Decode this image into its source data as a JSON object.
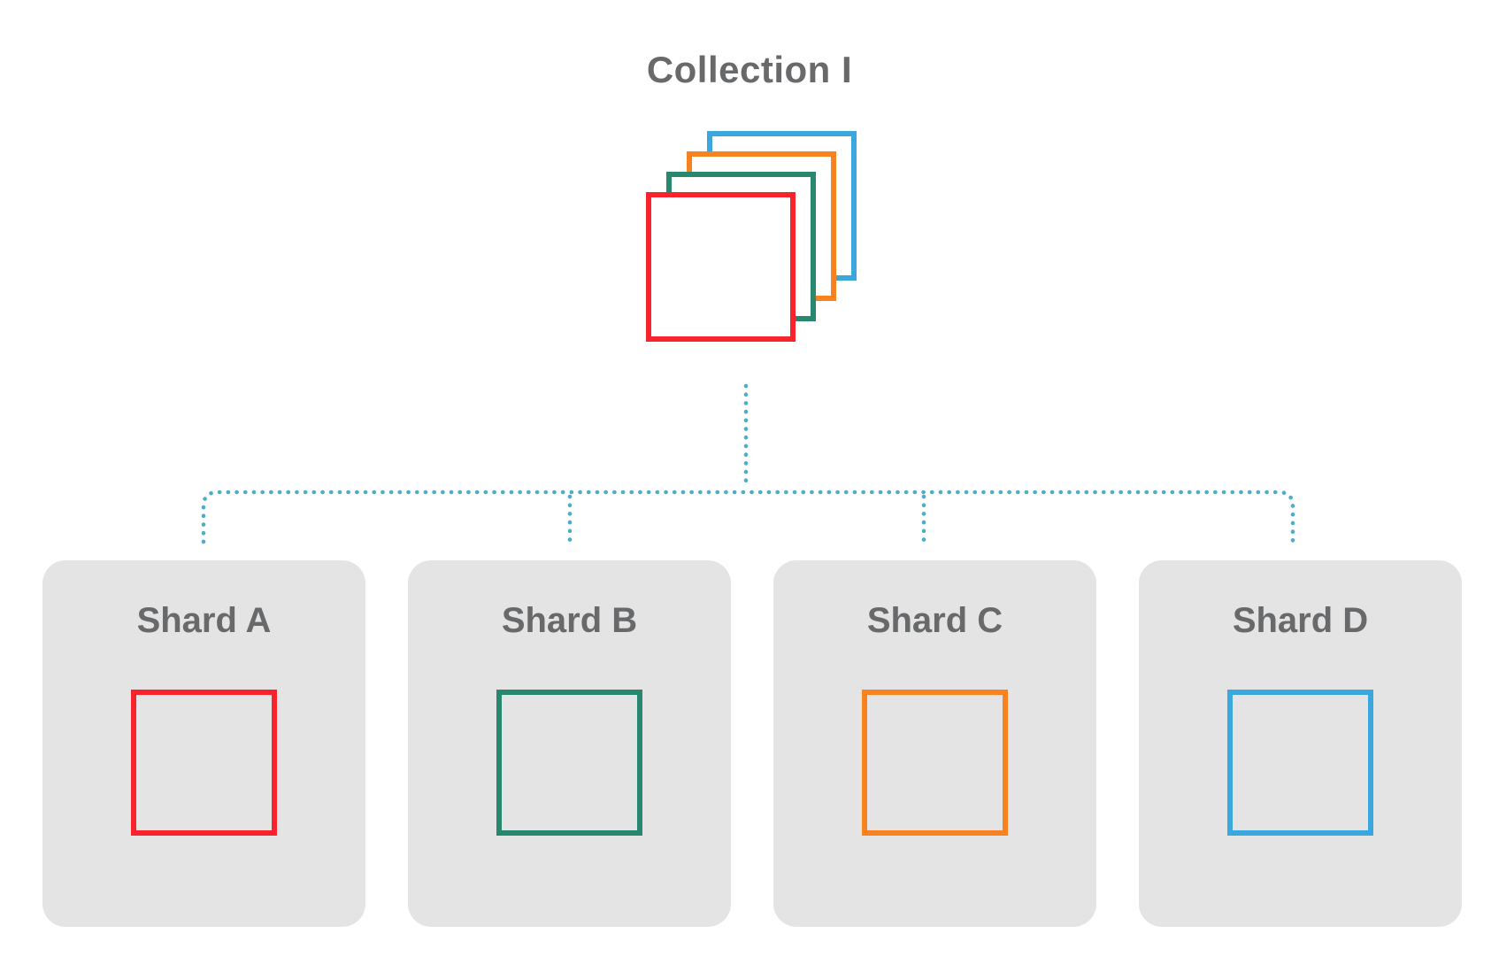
{
  "diagram": {
    "title": "Collection I",
    "collection": {
      "name": "collection-document-stack",
      "layers": [
        {
          "name": "layer-blue",
          "color": "#3aa7de"
        },
        {
          "name": "layer-orange",
          "color": "#f8821f"
        },
        {
          "name": "layer-teal",
          "color": "#27876f"
        },
        {
          "name": "layer-red",
          "color": "#f8232d"
        }
      ]
    },
    "connector": {
      "color": "#4fadc6",
      "style": "dotted"
    },
    "shards": [
      {
        "label": "Shard A",
        "color": "#f8232d"
      },
      {
        "label": "Shard B",
        "color": "#27876f"
      },
      {
        "label": "Shard C",
        "color": "#f8821f"
      },
      {
        "label": "Shard D",
        "color": "#3aa7de"
      }
    ],
    "palette": {
      "background": "#ffffff",
      "shard_box_fill": "#e4e4e4",
      "text_gray": "#68696b"
    }
  }
}
